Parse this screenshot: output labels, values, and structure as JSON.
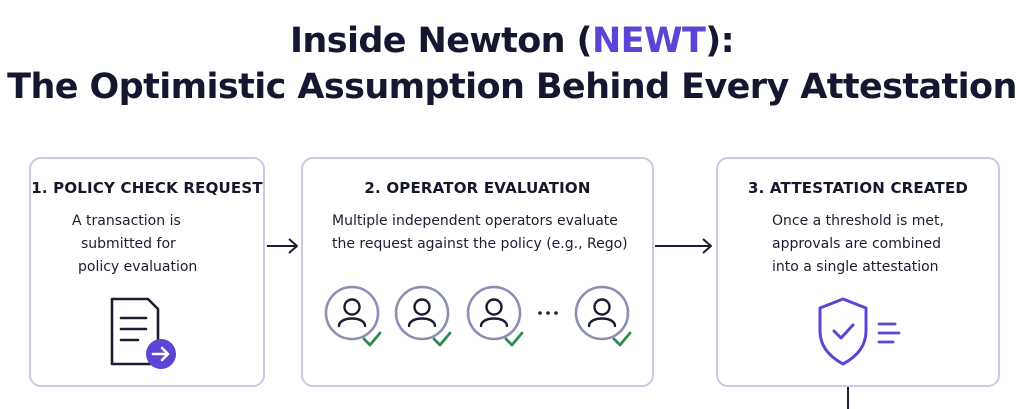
{
  "title": {
    "line1_pre": "Inside Newton (",
    "line1_accent": "NEWT",
    "line1_post": "):",
    "line2": "The Optimistic Assumption Behind Every Attestation"
  },
  "steps": [
    {
      "label": "1. POLICY CHECK REQUEST",
      "lines": [
        "A transaction is",
        "submitted for",
        "policy evaluation"
      ],
      "icon": "document-with-arrow-icon"
    },
    {
      "label": "2. OPERATOR EVALUATION",
      "lines": [
        "Multiple independent operators evaluate",
        "the request against the policy (e.g., Rego)"
      ],
      "operators": {
        "count_shown": 4,
        "ellipsis": "···",
        "icon": "operator-user-icon",
        "check_icon": "check-icon"
      }
    },
    {
      "label": "3. ATTESTATION CREATED",
      "lines": [
        "Once a threshold is met,",
        "approvals are combined",
        "into a single attestation"
      ],
      "icon": "shield-check-icon"
    }
  ],
  "colors": {
    "title_text": "#14172f",
    "accent": "#5b45d6",
    "card_border": "#c9cbe2",
    "operator_ring": "#8b8fb4",
    "check": "#2f8a4e",
    "icon_dark": "#1b1d30"
  }
}
